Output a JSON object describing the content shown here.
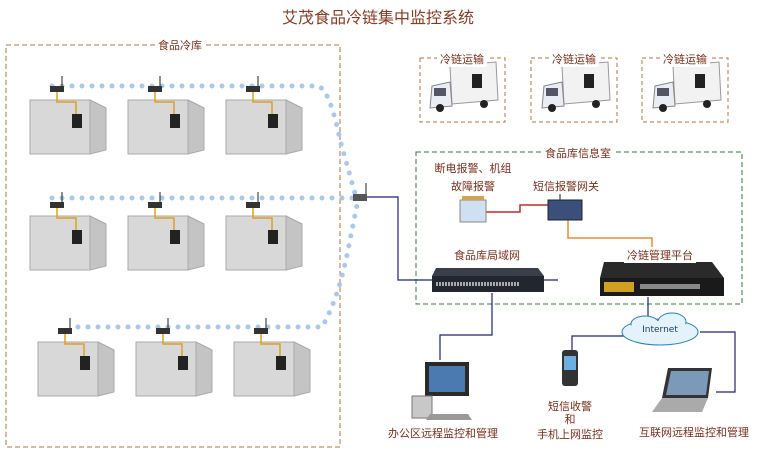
{
  "title": "艾茂食品冷链集中监控系统",
  "cold_storage": {
    "label": "食品冷库",
    "rows": 3,
    "containers_per_row": 3
  },
  "transport": {
    "label": "冷链运输",
    "trucks": 3
  },
  "info_room": {
    "label": "食品库信息室",
    "alarm_label_1": "断电报警、机组",
    "alarm_label_2": "故障报警",
    "gateway_label": "短信报警网关",
    "lan_label": "食品库局域网",
    "platform_label": "冷链管理平台"
  },
  "cloud_label": "Internet",
  "office_label": "办公区远程监控和管理",
  "mobile": {
    "line1": "短信收警",
    "line2": "和",
    "line3": "手机上网监控"
  },
  "remote_label": "互联网远程监控和管理",
  "colors": {
    "storage_border": "#b8703a",
    "room_border": "#2e7d32",
    "wireless": "#a8c8ee",
    "wire": "#1a237e"
  }
}
